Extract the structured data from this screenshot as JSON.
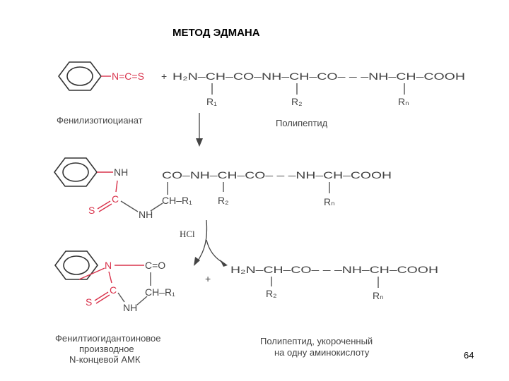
{
  "title": "МЕТОД ЭДМАНА",
  "page_number": "64",
  "colors": {
    "accent": "#d9334c",
    "text": "#444444",
    "title": "#000000"
  },
  "row1": {
    "reagent_formula": "N=C=S",
    "plus": "+",
    "peptide_chain": "H₂N–CH–CO–NH–CH–CO– – –NH–CH–COOH",
    "r1": "R₁",
    "r2": "R₂",
    "rn": "Rₙ",
    "reagent_caption": "Фенилизотиоцианат",
    "peptide_caption": "Полипептид"
  },
  "row2": {
    "nh_top": "NH",
    "c_atom": "C",
    "s_atom": "S",
    "nh_bottom": "NH",
    "chain_top": "CO–NH–CH–CO– – –NH–CH–COOH",
    "ch_r1": "CH–R₁",
    "r2": "R₂",
    "rn": "Rₙ"
  },
  "arrow_label": "HCl",
  "row3": {
    "n_atom": "N",
    "c_o": "C=O",
    "c_atom": "C",
    "s_atom": "S",
    "ch_r1": "CH–R₁",
    "nh": "NH",
    "plus": "+",
    "short_chain": "H₂N–CH–CO– – –NH–CH–COOH",
    "r2": "R₂",
    "rn": "Rₙ",
    "product_caption": [
      "Фенилтиогидантоиновое",
      "производное",
      "N-концевой  АМК"
    ],
    "peptide_caption": [
      "Полипептид,  укороченный",
      "на одну аминокислоту"
    ]
  }
}
